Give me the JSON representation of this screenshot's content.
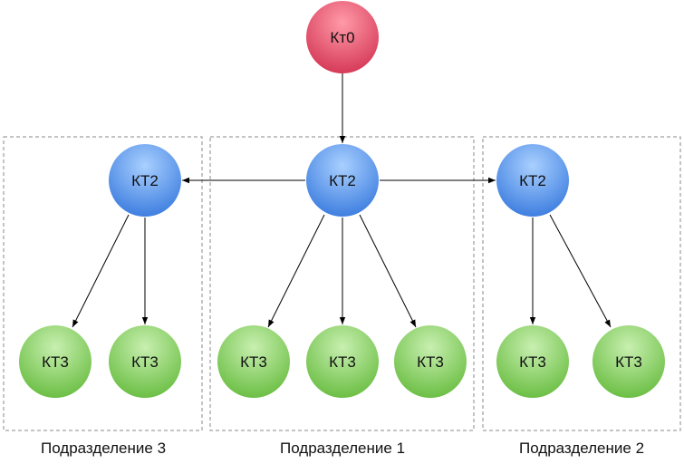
{
  "root": {
    "label": "Кт0",
    "color": "#d63a58"
  },
  "groups": [
    {
      "label": "Подразделение 3"
    },
    {
      "label": "Подразделение 1"
    },
    {
      "label": "Подразделение 2"
    }
  ],
  "nodes": {
    "g3_head": "КТ2",
    "g3_c1": "КТ3",
    "g3_c2": "КТ3",
    "g1_head": "КТ2",
    "g1_c1": "КТ3",
    "g1_c2": "КТ3",
    "g1_c3": "КТ3",
    "g2_head": "КТ2",
    "g2_c1": "КТ3",
    "g2_c2": "КТ3"
  },
  "colors": {
    "head": "#3f7fe0",
    "leaf": "#6cbf45",
    "border": "#8a8a8a"
  }
}
